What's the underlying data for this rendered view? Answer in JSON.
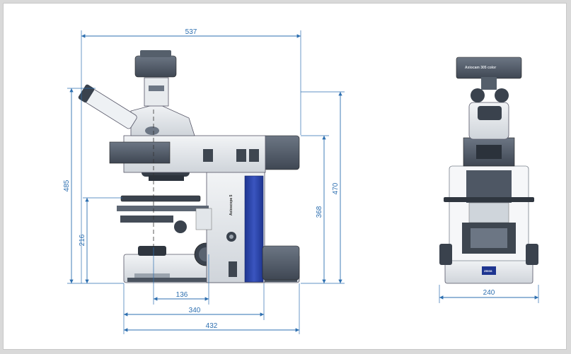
{
  "colors": {
    "dimension": "#2d6fb0",
    "body_dark": "#505a68",
    "body_mid": "#7d8896",
    "body_light": "#dfe3e8",
    "accent_blue": "#243f9e"
  },
  "dimensions": {
    "side_view": {
      "overall_length": "537",
      "overall_height": "485",
      "stage_height": "216",
      "body_height_total": "470",
      "body_height": "368",
      "base_offset_136": "136",
      "base_offset_340": "340",
      "base_depth": "432"
    },
    "front_view": {
      "width": "240"
    }
  },
  "labels": {
    "side_branding": "Axioscope 5",
    "front_logo": "ZEISS",
    "camera_label": "Axiocam 305 color"
  },
  "icons": [
    "microscope-side-view",
    "microscope-front-view"
  ]
}
